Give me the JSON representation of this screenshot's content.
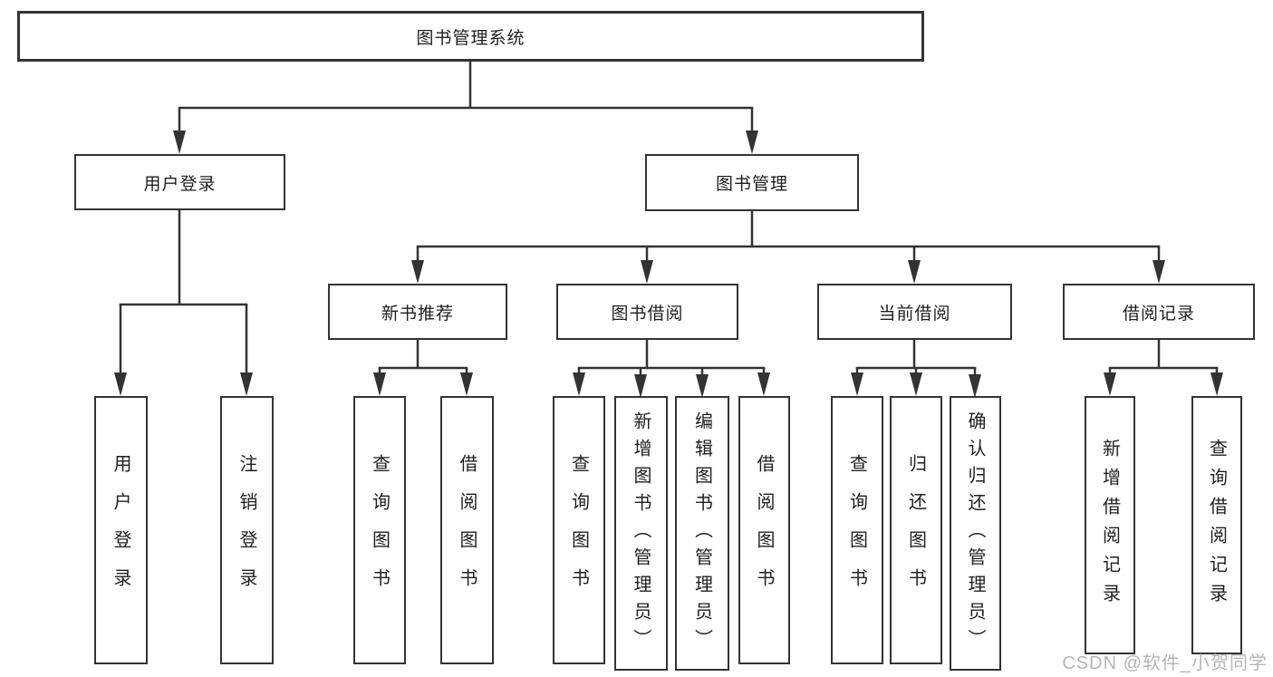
{
  "diagram": {
    "root": {
      "label": "图书管理系统"
    },
    "branches": [
      {
        "label": "用户登录",
        "children": [
          {
            "label": "用户登录"
          },
          {
            "label": "注销登录"
          }
        ]
      },
      {
        "label": "图书管理",
        "children": [
          {
            "label": "新书推荐",
            "children": [
              {
                "label": "查询图书"
              },
              {
                "label": "借阅图书"
              }
            ]
          },
          {
            "label": "图书借阅",
            "children": [
              {
                "label": "查询图书"
              },
              {
                "label": "新增图书（管理员）"
              },
              {
                "label": "编辑图书（管理员）"
              },
              {
                "label": "借阅图书"
              }
            ]
          },
          {
            "label": "当前借阅",
            "children": [
              {
                "label": "查询图书"
              },
              {
                "label": "归还图书"
              },
              {
                "label": "确认归还（管理员）"
              }
            ]
          },
          {
            "label": "借阅记录",
            "children": [
              {
                "label": "新增借阅记录"
              },
              {
                "label": "查询借阅记录"
              }
            ]
          }
        ]
      }
    ]
  },
  "watermark": {
    "text": "CSDN @软件_小贺同学"
  },
  "colors": {
    "line": "#333333",
    "border": "#333333",
    "background": "#ffffff",
    "watermark": "#b5b5b5"
  }
}
